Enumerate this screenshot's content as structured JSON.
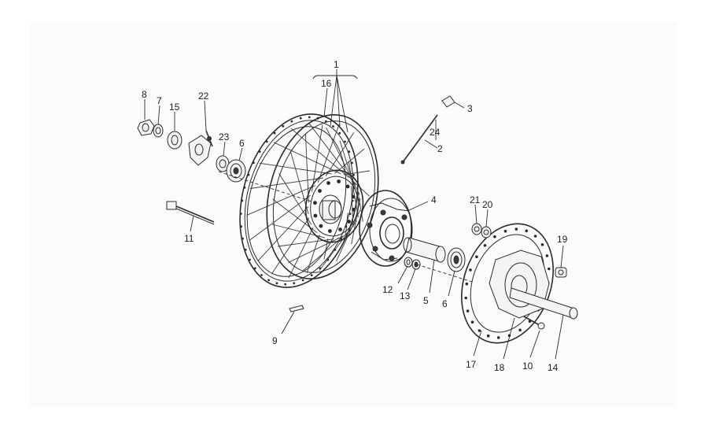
{
  "labels": {
    "p1": "1",
    "p2": "2",
    "p3": "3",
    "p4": "4",
    "p5": "5",
    "p6a": "6",
    "p6b": "6",
    "p7": "7",
    "p8": "8",
    "p9": "9",
    "p10": "10",
    "p11": "11",
    "p12": "12",
    "p13": "13",
    "p14": "14",
    "p15": "15",
    "p16": "16",
    "p17": "17",
    "p18": "18",
    "p19": "19",
    "p20": "20",
    "p21": "21",
    "p22": "22",
    "p23": "23",
    "p24": "24"
  }
}
